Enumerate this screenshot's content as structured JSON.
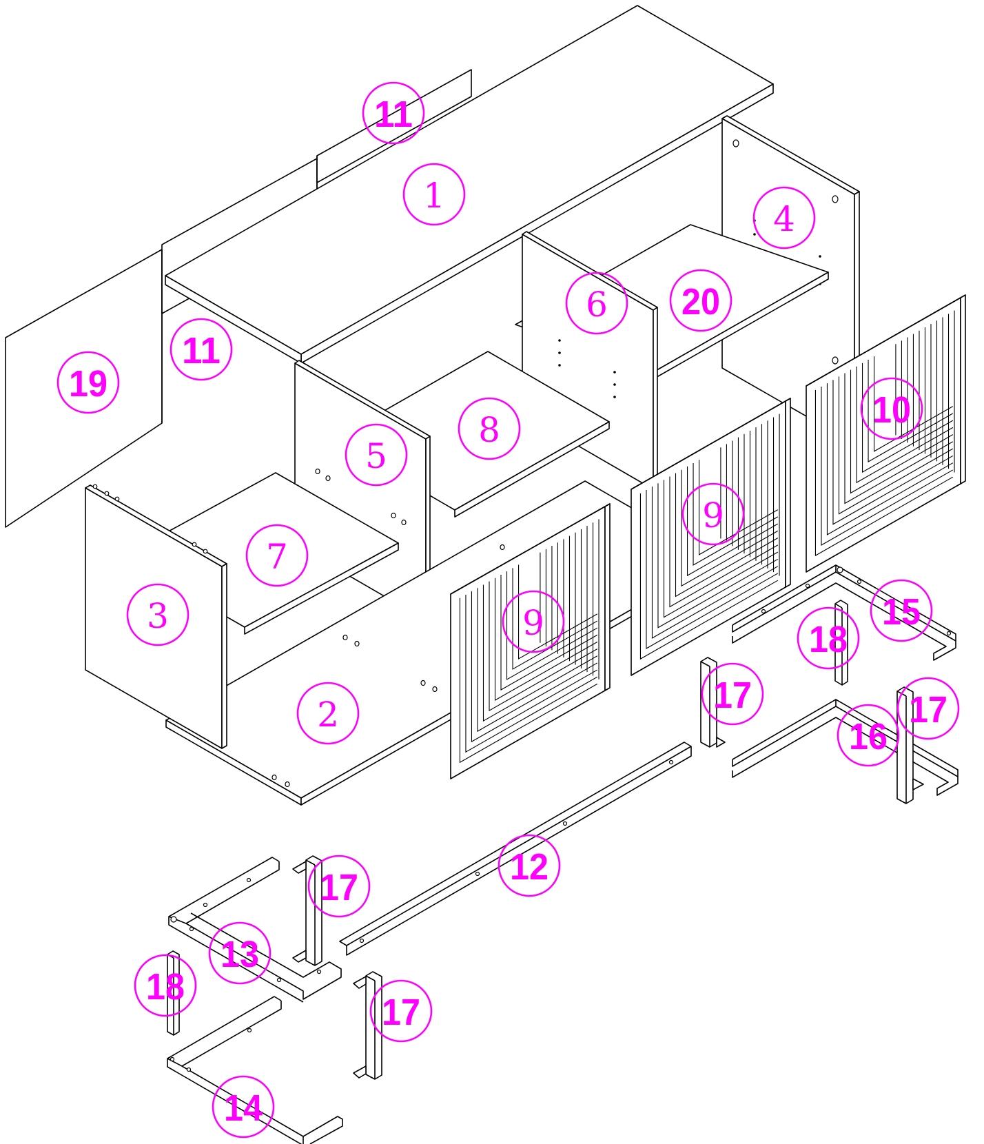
{
  "diagram": {
    "accent_color": "#ff00ff",
    "line_color": "#000000",
    "background": "#ffffff",
    "part_labels": [
      {
        "id": "p1",
        "text": "1"
      },
      {
        "id": "p2",
        "text": "2"
      },
      {
        "id": "p3",
        "text": "3"
      },
      {
        "id": "p4",
        "text": "4"
      },
      {
        "id": "p5",
        "text": "5"
      },
      {
        "id": "p6",
        "text": "6"
      },
      {
        "id": "p7",
        "text": "7"
      },
      {
        "id": "p8",
        "text": "8"
      },
      {
        "id": "p9a",
        "text": "9"
      },
      {
        "id": "p9b",
        "text": "9"
      },
      {
        "id": "p10",
        "text": "10"
      },
      {
        "id": "p11a",
        "text": "11"
      },
      {
        "id": "p11b",
        "text": "11"
      },
      {
        "id": "p12",
        "text": "12"
      },
      {
        "id": "p13",
        "text": "13"
      },
      {
        "id": "p14",
        "text": "14"
      },
      {
        "id": "p15",
        "text": "15"
      },
      {
        "id": "p16",
        "text": "16"
      },
      {
        "id": "p17a",
        "text": "17"
      },
      {
        "id": "p17b",
        "text": "17"
      },
      {
        "id": "p17c",
        "text": "17"
      },
      {
        "id": "p17d",
        "text": "17"
      },
      {
        "id": "p18a",
        "text": "18"
      },
      {
        "id": "p18b",
        "text": "18"
      },
      {
        "id": "p19",
        "text": "19"
      },
      {
        "id": "p20",
        "text": "20"
      }
    ]
  }
}
